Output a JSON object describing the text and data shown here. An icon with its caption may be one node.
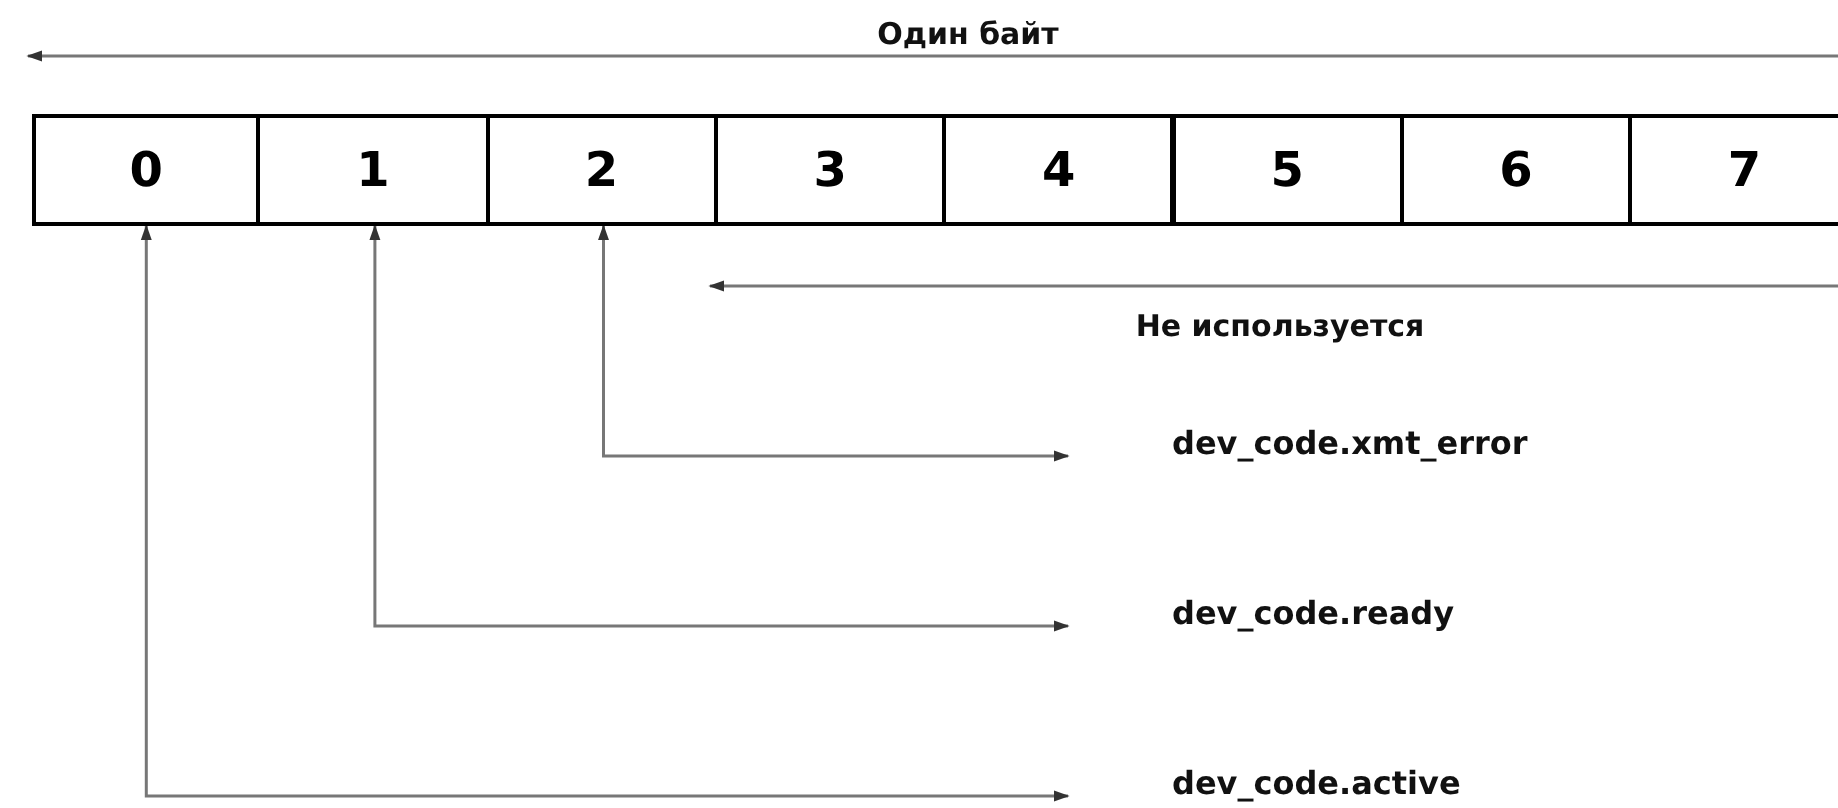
{
  "diagram": {
    "nodes": [
      {
        "text": [
          "0"
        ]
      },
      {
        "text": [
          "1"
        ]
      },
      {
        "text": [
          "2"
        ]
      },
      {
        "text": [
          "3"
        ]
      },
      {
        "text": [
          "4"
        ]
      },
      {
        "text": [
          "5"
        ]
      },
      {
        "text": [
          "6"
        ]
      },
      {
        "text": [
          "7"
        ]
      },
      {
        "text": [
          "dev_code.xmt_error"
        ]
      },
      {
        "text": [
          "dev_code.ready"
        ]
      },
      {
        "text": [
          "dev_code.active"
        ]
      }
    ],
    "edges": [
      {
        "from": 2,
        "to": 8,
        "arrow": "both"
      },
      {
        "from": 1,
        "to": 9,
        "arrow": "both"
      },
      {
        "from": 0,
        "to": 10,
        "arrow": "both"
      }
    ],
    "labels": [
      "Один байт",
      "Не используется"
    ]
  }
}
